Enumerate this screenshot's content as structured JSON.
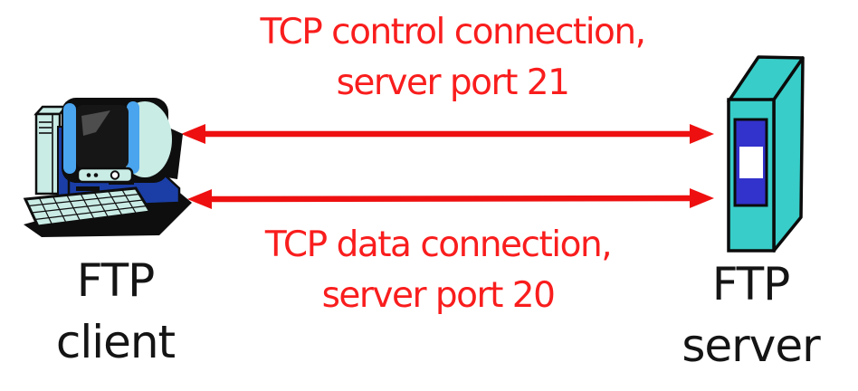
{
  "labels": {
    "control_connection": {
      "lines": [
        "TCP control connection,",
        "server port 21"
      ]
    },
    "data_connection": {
      "lines": [
        "TCP data connection,",
        "server port 20"
      ]
    },
    "client_node": {
      "lines": [
        "FTP",
        "client"
      ]
    },
    "server_node": {
      "lines": [
        "FTP",
        "server"
      ]
    }
  },
  "arrows": {
    "control": {
      "direction": "bidirectional",
      "color": "#ee1010"
    },
    "data": {
      "direction": "bidirectional",
      "color": "#ee1010"
    }
  },
  "icons": {
    "client": "desktop-computer-icon",
    "server": "server-tower-icon"
  },
  "colors": {
    "background": "#ffffff",
    "connection_text_red": "#f91d1d",
    "node_text_black": "#141414",
    "arrow_red": "#ee1010",
    "server_teal": "#38cdc8",
    "server_panel_blue": "#3232cc",
    "client_pale_teal": "#c9ece5",
    "client_bezel_blue": "#4aa4ee",
    "client_navy": "#1a3ea6"
  }
}
